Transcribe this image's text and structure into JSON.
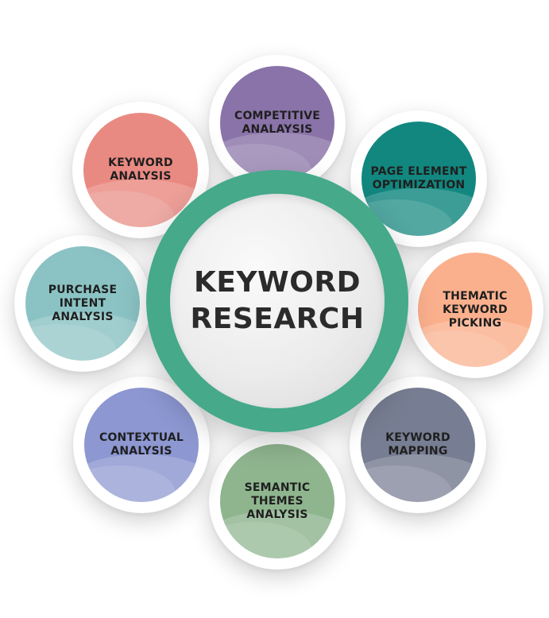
{
  "center": {
    "title": "KEYWORD\nRESEARCH",
    "ring_color": "#45a98a"
  },
  "nodes": [
    {
      "id": "competitive-analaysis",
      "label": "COMPETITIVE\nANALAYSIS",
      "color": "#8a73a8"
    },
    {
      "id": "page-element-optimization",
      "label": "PAGE ELEMENT\nOPTIMIZATION",
      "color": "#12877f"
    },
    {
      "id": "thematic-keyword-picking",
      "label": "THEMATIC\nKEYWORD\nPICKING",
      "color": "#fbb08d"
    },
    {
      "id": "keyword-mapping",
      "label": "KEYWORD\nMAPPING",
      "color": "#777d92"
    },
    {
      "id": "semantic-themes-analysis",
      "label": "SEMANTIC\nTHEMES\nANALYSIS",
      "color": "#8fb58f"
    },
    {
      "id": "contextual-analysis",
      "label": "CONTEXTUAL\nANALYSIS",
      "color": "#8d97d1"
    },
    {
      "id": "purchase-intent-analysis",
      "label": "PURCHASE\nINTENT\nANALYSIS",
      "color": "#8bc3c4"
    },
    {
      "id": "keyword-analysis",
      "label": "KEYWORD\nANALYSIS",
      "color": "#e98a82"
    }
  ]
}
